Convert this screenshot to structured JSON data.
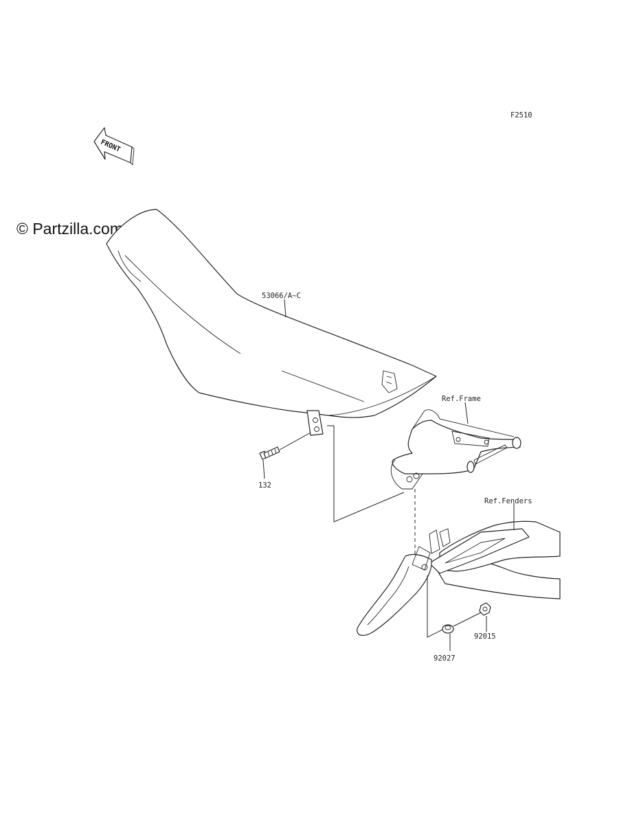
{
  "diagram_code": "F2510",
  "watermark": "© Partzilla.com",
  "front_arrow": {
    "label": "FRONT",
    "icon": "front-arrow-icon"
  },
  "parts": {
    "seat": "53066/A~C",
    "bolt": "132",
    "collar": "92027",
    "nut": "92015"
  },
  "references": {
    "frame": "Ref.Frame",
    "fenders": "Ref.Fenders"
  }
}
